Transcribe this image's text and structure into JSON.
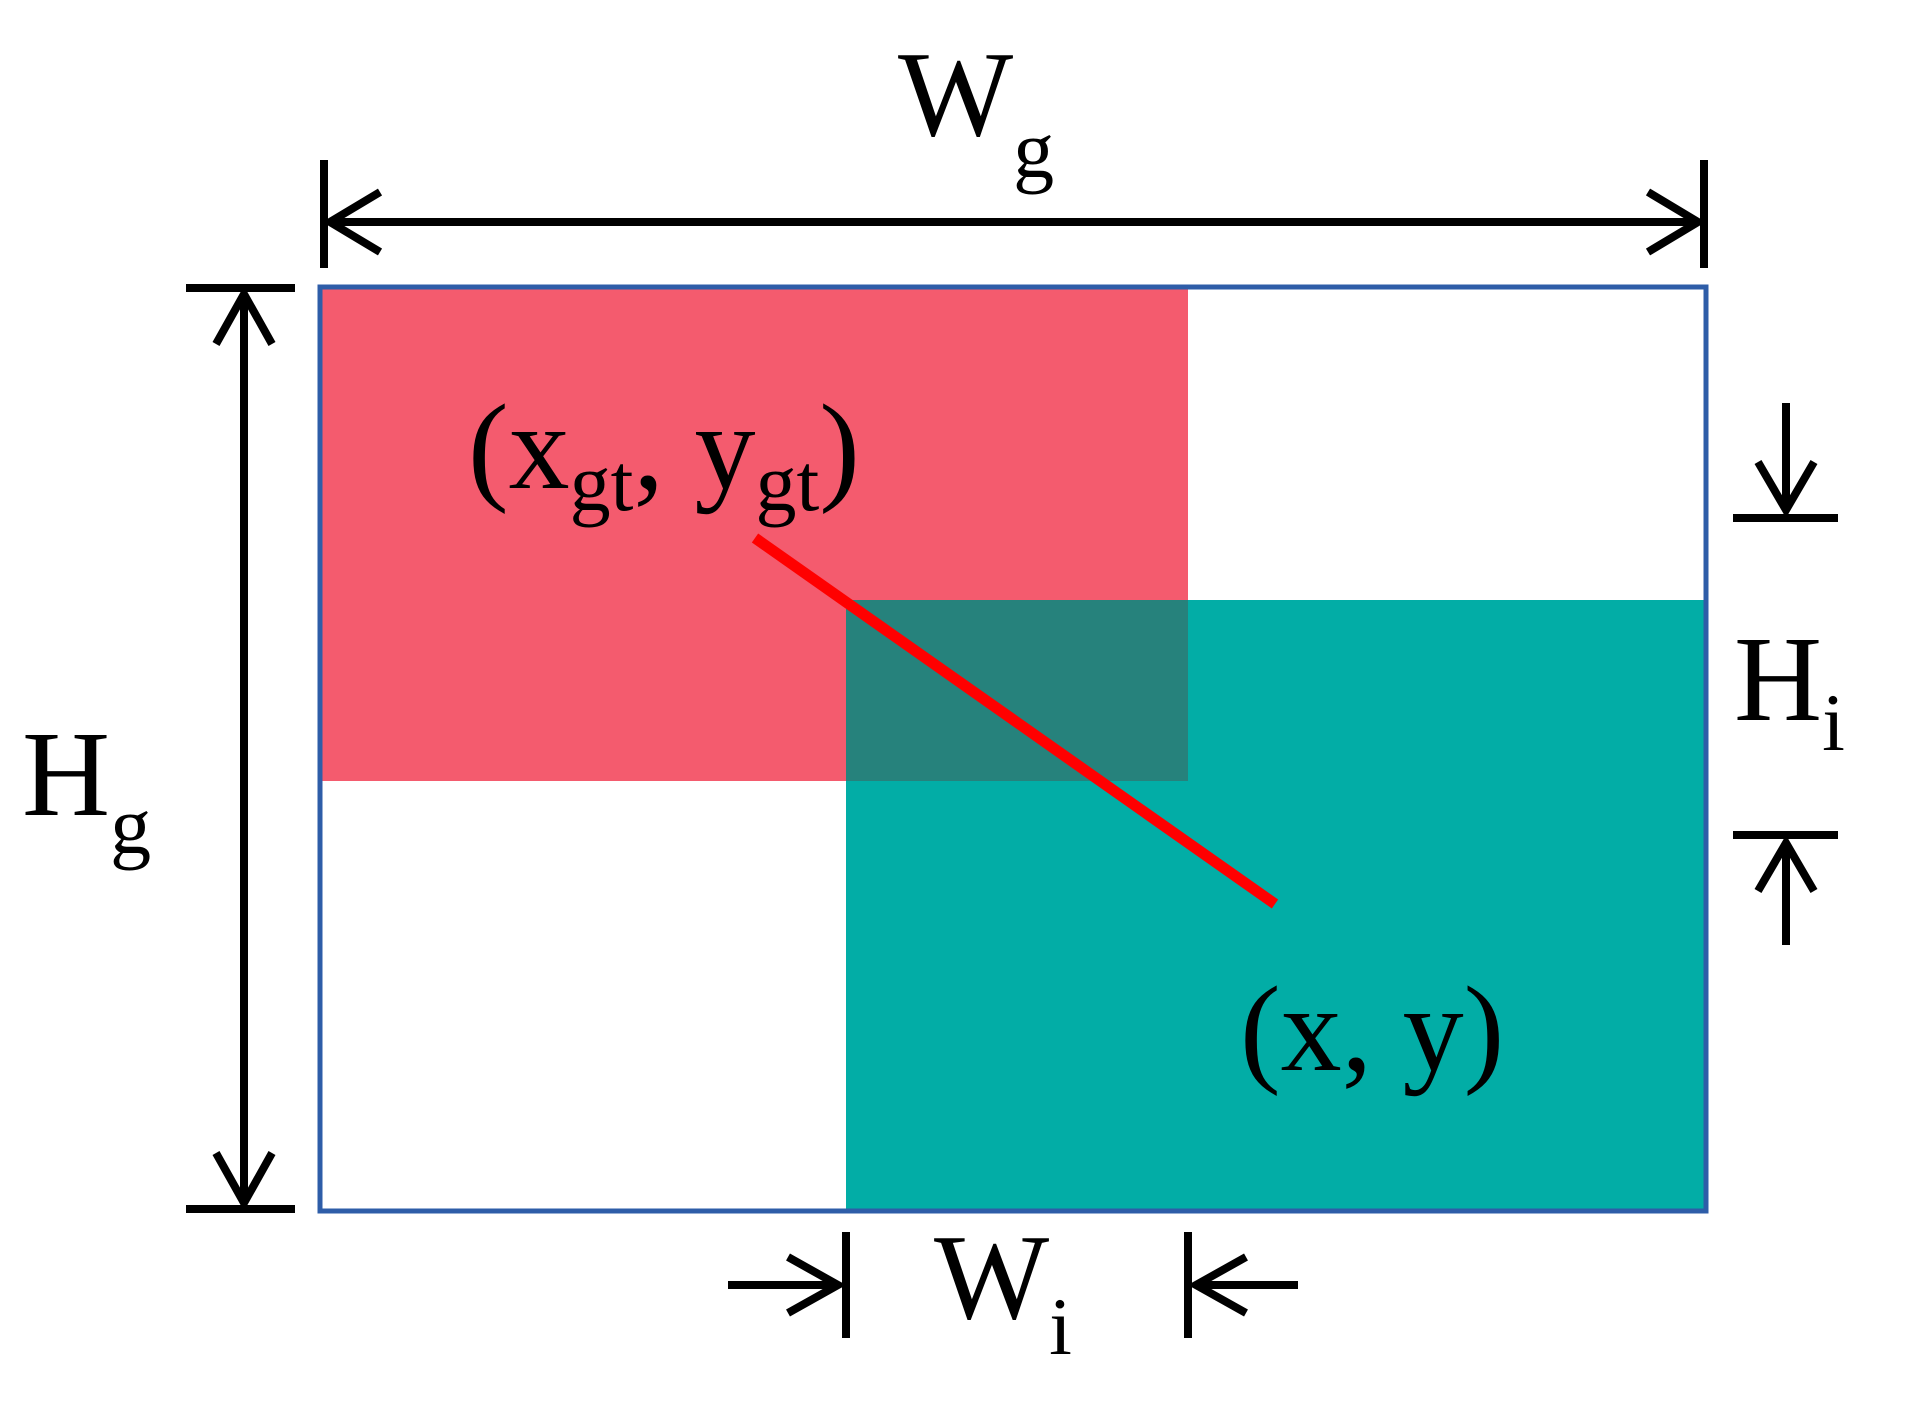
{
  "colors": {
    "gt_box": "#F45B6E",
    "pred_box": "#02ADA6",
    "overlap": "#26827C",
    "frame": "#2E5DA8",
    "center_line": "#FF0000",
    "arrows": "#000000",
    "background": "#FFFFFF"
  },
  "labels": {
    "wg": {
      "main": "W",
      "sub": "g"
    },
    "hg": {
      "main": "H",
      "sub": "g"
    },
    "hi": {
      "main": "H",
      "sub": "i"
    },
    "wi": {
      "main": "W",
      "sub": "i"
    },
    "gt_center": {
      "open": "(x",
      "sub1": "gt",
      "mid": ", y",
      "sub2": "gt",
      "close": ")"
    },
    "pred_center": "(x, y)"
  }
}
